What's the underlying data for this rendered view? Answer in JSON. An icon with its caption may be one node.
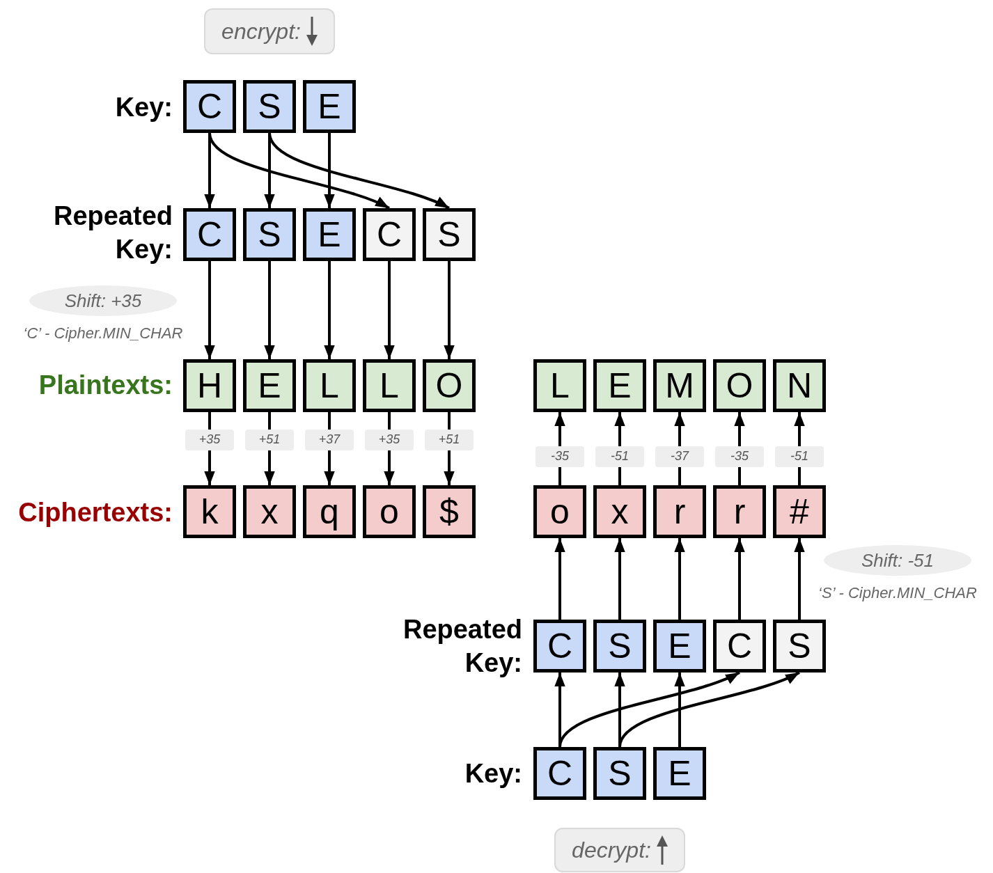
{
  "diagram": {
    "nodes": [
      {
        "text": [
          "encrypt:"
        ]
      },
      {
        "text": [
          "C"
        ]
      },
      {
        "text": [
          "S"
        ]
      },
      {
        "text": [
          "E"
        ]
      },
      {
        "text": [
          "C"
        ]
      },
      {
        "text": [
          "S"
        ]
      },
      {
        "text": [
          "E"
        ]
      },
      {
        "text": [
          "C"
        ]
      },
      {
        "text": [
          "S"
        ]
      },
      {
        "text": [
          "H"
        ]
      },
      {
        "text": [
          "E"
        ]
      },
      {
        "text": [
          "L"
        ]
      },
      {
        "text": [
          "L"
        ]
      },
      {
        "text": [
          "O"
        ]
      },
      {
        "text": [
          "k"
        ]
      },
      {
        "text": [
          "x"
        ]
      },
      {
        "text": [
          "q"
        ]
      },
      {
        "text": [
          "o"
        ]
      },
      {
        "text": [
          "$"
        ]
      },
      {
        "text": [
          "L"
        ]
      },
      {
        "text": [
          "E"
        ]
      },
      {
        "text": [
          "M"
        ]
      },
      {
        "text": [
          "O"
        ]
      },
      {
        "text": [
          "N"
        ]
      },
      {
        "text": [
          "o"
        ]
      },
      {
        "text": [
          "x"
        ]
      },
      {
        "text": [
          "r"
        ]
      },
      {
        "text": [
          "r"
        ]
      },
      {
        "text": [
          "#"
        ]
      },
      {
        "text": [
          "C"
        ]
      },
      {
        "text": [
          "S"
        ]
      },
      {
        "text": [
          "E"
        ]
      },
      {
        "text": [
          "C"
        ]
      },
      {
        "text": [
          "S"
        ]
      },
      {
        "text": [
          "C"
        ]
      },
      {
        "text": [
          "S"
        ]
      },
      {
        "text": [
          "E"
        ]
      },
      {
        "text": [
          "decrypt:"
        ]
      },
      {
        "text": [
          "Shift: +35"
        ],
        "beside": [
          "‘C’ - Cipher.MIN_CHAR"
        ]
      },
      {
        "text": [
          "Shift: -51"
        ],
        "beside": [
          "‘S’ - Cipher.MIN_CHAR"
        ]
      }
    ],
    "edges": [
      {
        "from": 1,
        "to": 4,
        "arrow": "to"
      },
      {
        "from": 2,
        "to": 5,
        "arrow": "to"
      },
      {
        "from": 3,
        "to": 6,
        "arrow": "to"
      },
      {
        "from": 1,
        "to": 7,
        "arrow": "to"
      },
      {
        "from": 2,
        "to": 8,
        "arrow": "to"
      },
      {
        "from": 4,
        "to": 9,
        "arrow": "to"
      },
      {
        "from": 5,
        "to": 10,
        "arrow": "to"
      },
      {
        "from": 6,
        "to": 11,
        "arrow": "to"
      },
      {
        "from": 7,
        "to": 12,
        "arrow": "to"
      },
      {
        "from": 8,
        "to": 13,
        "arrow": "to"
      },
      {
        "from": 9,
        "to": 14,
        "arrow": "to",
        "label": "+35"
      },
      {
        "from": 10,
        "to": 15,
        "arrow": "to",
        "label": "+51"
      },
      {
        "from": 11,
        "to": 16,
        "arrow": "to",
        "label": "+37"
      },
      {
        "from": 12,
        "to": 17,
        "arrow": "to",
        "label": "+35"
      },
      {
        "from": 13,
        "to": 18,
        "arrow": "to",
        "label": "+51"
      },
      {
        "from": 24,
        "to": 19,
        "arrow": "to",
        "label": "-35"
      },
      {
        "from": 25,
        "to": 20,
        "arrow": "to",
        "label": "-51"
      },
      {
        "from": 26,
        "to": 21,
        "arrow": "to",
        "label": "-37"
      },
      {
        "from": 27,
        "to": 22,
        "arrow": "to",
        "label": "-35"
      },
      {
        "from": 28,
        "to": 23,
        "arrow": "to",
        "label": "-51"
      },
      {
        "from": 29,
        "to": 24,
        "arrow": "to"
      },
      {
        "from": 30,
        "to": 25,
        "arrow": "to"
      },
      {
        "from": 31,
        "to": 26,
        "arrow": "to"
      },
      {
        "from": 32,
        "to": 27,
        "arrow": "to"
      },
      {
        "from": 33,
        "to": 28,
        "arrow": "to"
      },
      {
        "from": 34,
        "to": 29,
        "arrow": "to"
      },
      {
        "from": 35,
        "to": 30,
        "arrow": "to"
      },
      {
        "from": 36,
        "to": 31,
        "arrow": "to"
      },
      {
        "from": 34,
        "to": 32,
        "arrow": "to"
      },
      {
        "from": 35,
        "to": 33,
        "arrow": "to"
      }
    ],
    "labels": [
      "Key:",
      "Repeated Key:",
      "Plaintexts:",
      "Ciphertexts:",
      "Repeated Key:",
      "Key:"
    ]
  }
}
